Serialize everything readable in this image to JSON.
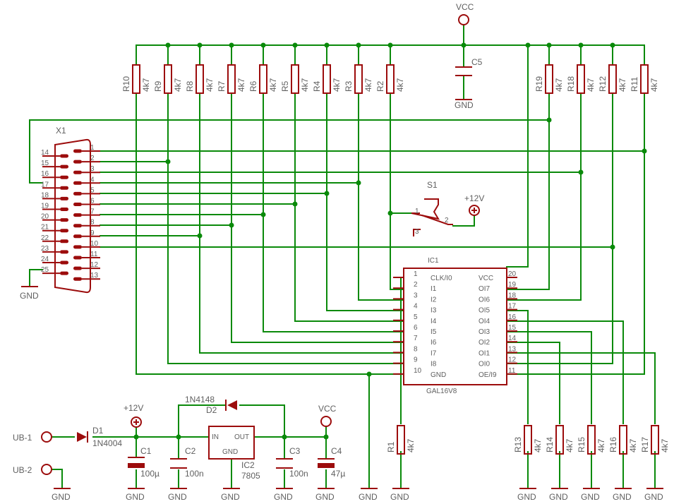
{
  "colors": {
    "wire": "#0a8a0a",
    "part": "#9c0c0c",
    "text": "#606060",
    "background": "#ffffff"
  },
  "supply": {
    "vcc": "VCC",
    "gnd": "GND",
    "v12": "+12V"
  },
  "connector": {
    "name": "X1",
    "right_pins": [
      "1",
      "2",
      "3",
      "4",
      "5",
      "6",
      "7",
      "8",
      "9",
      "10",
      "11",
      "12",
      "13"
    ],
    "left_pins": [
      "14",
      "15",
      "16",
      "17",
      "18",
      "19",
      "20",
      "21",
      "22",
      "23",
      "24",
      "25"
    ]
  },
  "pullups": {
    "value": "4k7",
    "left_names": [
      "R10",
      "R9",
      "R8",
      "R7",
      "R6",
      "R5",
      "R4",
      "R3",
      "R2"
    ],
    "right_names": [
      "R19",
      "R18",
      "R12",
      "R11"
    ]
  },
  "bottom_resistors": {
    "value": "4k7",
    "r1": "R1",
    "right_names": [
      "R13",
      "R14",
      "R15",
      "R16",
      "R17"
    ]
  },
  "capacitors": {
    "c5": {
      "name": "C5"
    },
    "c1": {
      "name": "C1",
      "value": "100µ"
    },
    "c2": {
      "name": "C2",
      "value": "100n"
    },
    "c3": {
      "name": "C3",
      "value": "100n"
    },
    "c4": {
      "name": "C4",
      "value": "47µ"
    }
  },
  "switch": {
    "name": "S1",
    "pins": [
      "1",
      "2",
      "3"
    ]
  },
  "ic1": {
    "name": "IC1",
    "part": "GAL16V8",
    "left_pins": [
      {
        "num": "1",
        "label": "CLK/I0"
      },
      {
        "num": "2",
        "label": "I1"
      },
      {
        "num": "3",
        "label": "I2"
      },
      {
        "num": "4",
        "label": "I3"
      },
      {
        "num": "5",
        "label": "I4"
      },
      {
        "num": "6",
        "label": "I5"
      },
      {
        "num": "7",
        "label": "I6"
      },
      {
        "num": "8",
        "label": "I7"
      },
      {
        "num": "9",
        "label": "I8"
      },
      {
        "num": "10",
        "label": "GND"
      }
    ],
    "right_pins": [
      {
        "num": "20",
        "label": "VCC"
      },
      {
        "num": "19",
        "label": "OI7"
      },
      {
        "num": "18",
        "label": "OI6"
      },
      {
        "num": "17",
        "label": "OI5"
      },
      {
        "num": "16",
        "label": "OI4"
      },
      {
        "num": "15",
        "label": "OI3"
      },
      {
        "num": "14",
        "label": "OI2"
      },
      {
        "num": "13",
        "label": "OI1"
      },
      {
        "num": "12",
        "label": "OI0"
      },
      {
        "num": "11",
        "label": "OE/I9"
      }
    ]
  },
  "ic2": {
    "name": "IC2",
    "part": "7805",
    "in": "IN",
    "out": "OUT",
    "gnd": "GND"
  },
  "diodes": {
    "d1": {
      "name": "D1",
      "part": "1N4004"
    },
    "d2": {
      "name": "D2",
      "part": "1N4148"
    }
  },
  "inputs": {
    "ub1": "UB-1",
    "ub2": "UB-2"
  }
}
